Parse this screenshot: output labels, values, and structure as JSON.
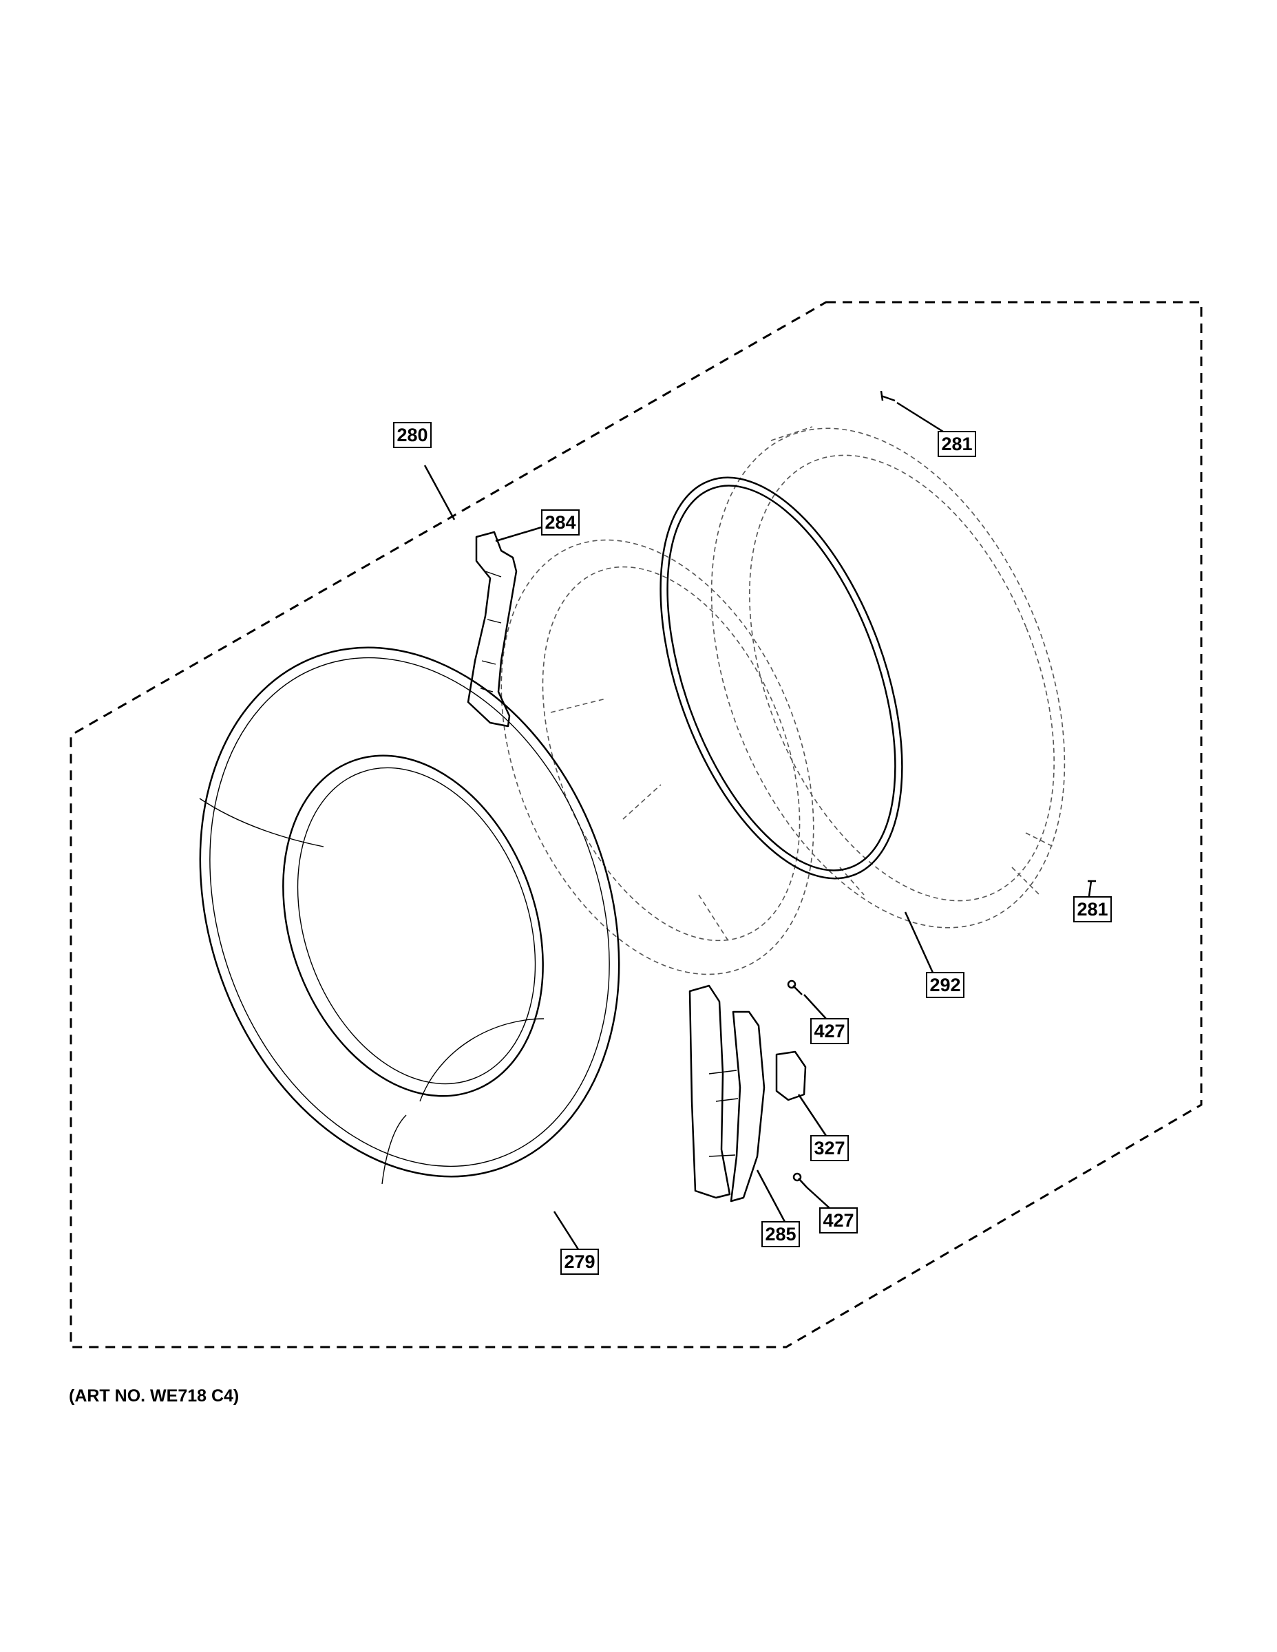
{
  "callouts": [
    {
      "id": "c280",
      "label": "280"
    },
    {
      "id": "c284",
      "label": "284"
    },
    {
      "id": "c281a",
      "label": "281"
    },
    {
      "id": "c281b",
      "label": "281"
    },
    {
      "id": "c292",
      "label": "292"
    },
    {
      "id": "c427a",
      "label": "427"
    },
    {
      "id": "c327",
      "label": "327"
    },
    {
      "id": "c427b",
      "label": "427"
    },
    {
      "id": "c285",
      "label": "285"
    },
    {
      "id": "c279",
      "label": "279"
    }
  ],
  "art_number": "(ART NO. WE718 C4)"
}
